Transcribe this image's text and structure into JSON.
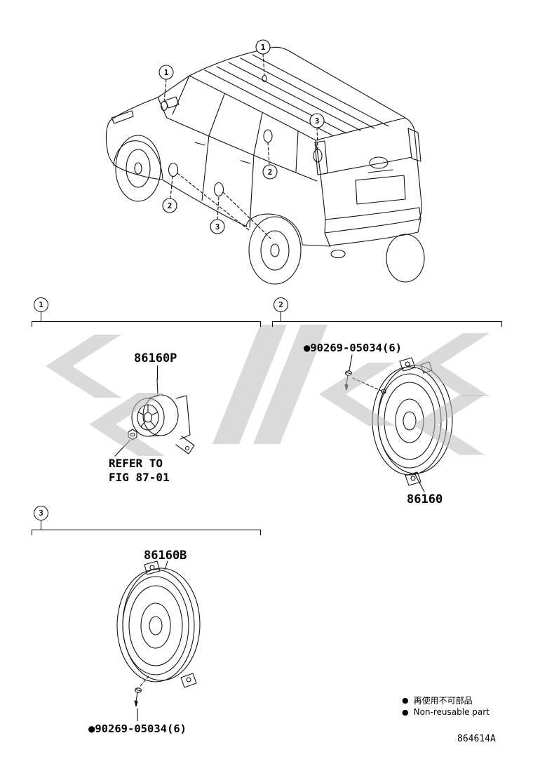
{
  "page": {
    "code": "864614A"
  },
  "car": {
    "callouts": {
      "one": "1",
      "two": "2",
      "three": "3"
    }
  },
  "sections": {
    "s1": {
      "num": "1",
      "part_label": "86160P",
      "note_line1": "REFER TO",
      "note_line2": "FIG 87-01"
    },
    "s2": {
      "num": "2",
      "screw_label": "●90269-05034(6)",
      "part_label": "86160"
    },
    "s3": {
      "num": "3",
      "part_label": "86160B",
      "screw_label": "●90269-05034(6)"
    }
  },
  "legend": {
    "bullet": "●",
    "jp": "再使用不可部品",
    "en": "Non-reusable part"
  }
}
